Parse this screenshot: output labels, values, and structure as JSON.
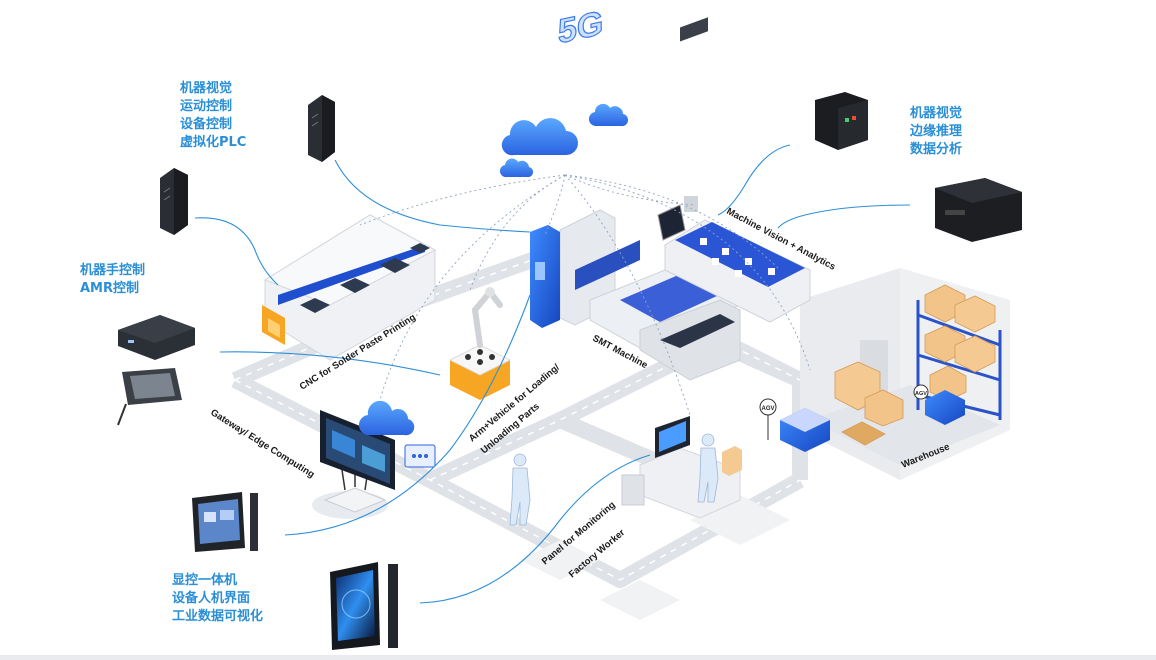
{
  "groups": {
    "vision_motion": [
      "机器视觉",
      "运动控制",
      "设备控制",
      "虚拟化PLC"
    ],
    "vision_edge": [
      "机器视觉",
      "边缘推理",
      "数据分析"
    ],
    "robot_amr": [
      "机器手控制",
      "AMR控制"
    ],
    "display_hmi": [
      "显控一体机",
      "设备人机界面",
      "工业数据可视化"
    ]
  },
  "labels": {
    "cnc": "CNC for Solder Paste Printing",
    "smt": "SMT Machine",
    "machine_vision": "Machine Vision + Analytics",
    "arm_vehicle_1": "Arm+Vehicle for Loading/",
    "arm_vehicle_2": "Unloading Parts",
    "gateway": "Gateway/ Edge Computing",
    "panel_1": "Panel for Monitoring",
    "panel_2": "Factory Worker",
    "warehouse": "Warehouse",
    "agv": "AGV",
    "network": "5G"
  },
  "colors": {
    "accent_blue": "#2b8fd6",
    "machine_blue": "#1f5fd1",
    "floor": "#eceef1",
    "track": "#d9dce1"
  }
}
